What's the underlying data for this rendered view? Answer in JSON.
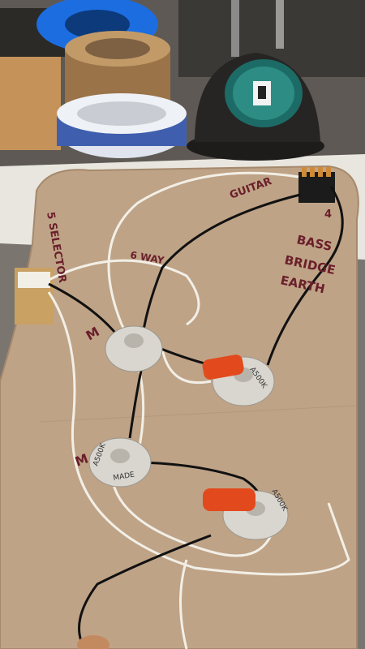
{
  "labels": {
    "handwritten": {
      "selector": "5 SELECTOR",
      "top_wire": "GUITAR",
      "six_way": "6 WAY",
      "bass_bridge_earth_1": "BASS",
      "bass_bridge_earth_2": "BRIDGE",
      "bass_bridge_earth_3": "EARTH",
      "four": "4",
      "left_mid": "M",
      "left_lower": "M"
    },
    "pot_markings": {
      "pot_right_top": "A500K",
      "pot_left_bottom": "A500K",
      "pot_left_bottom_2": "MADE",
      "pot_right_bottom": "A500K"
    }
  },
  "icons": {
    "tape_roll_blue": "tape-roll-icon",
    "tape_roll_brown": "tape-roll-icon",
    "lamp": "desk-lamp-icon",
    "switch_block": "switch-icon",
    "potentiometer": "knob-icon",
    "capacitor": "capacitor-icon"
  },
  "colors": {
    "cardboard": "#bfa387",
    "white_wire": "#f2efe6",
    "black_wire": "#111111",
    "cap_orange": "#e24a1d",
    "pot_metal": "#d9d6cf",
    "blue_tape": "#1c6de0",
    "lamp_teal": "#1c6b66"
  }
}
